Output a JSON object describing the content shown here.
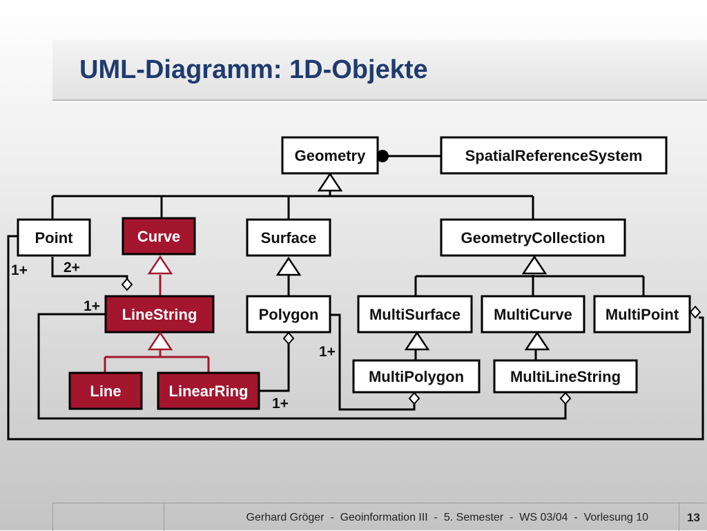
{
  "slide": {
    "title": "UML-Diagramm: 1D-Objekte",
    "footer": "Gerhard Gröger  -  Geoinformation III  -  5. Semester  -  WS 03/04  -  Vorlesung 10",
    "page_number": "13"
  },
  "colors": {
    "highlight_fill": "#a3162e",
    "highlight_text": "#ffffff",
    "normal_fill": "#ffffff",
    "normal_text": "#111111",
    "line": "#000000",
    "highlight_line": "#a3162e"
  },
  "classes": {
    "geometry": "Geometry",
    "spatial_reference_system": "SpatialReferenceSystem",
    "point": "Point",
    "curve": "Curve",
    "surface": "Surface",
    "geometry_collection": "GeometryCollection",
    "line_string": "LineString",
    "polygon": "Polygon",
    "multi_surface": "MultiSurface",
    "multi_curve": "MultiCurve",
    "multi_point": "MultiPoint",
    "multi_polygon": "MultiPolygon",
    "multi_line_string": "MultiLineString",
    "line": "Line",
    "linear_ring": "LinearRing"
  },
  "highlighted": [
    "curve",
    "line_string",
    "line",
    "linear_ring"
  ],
  "multiplicities": {
    "point_multi_point": "1+",
    "point_line_string": "2+",
    "line_string_multi_line_string": "1+",
    "polygon_multi_polygon": "1+",
    "linear_ring_polygon": "1+"
  }
}
